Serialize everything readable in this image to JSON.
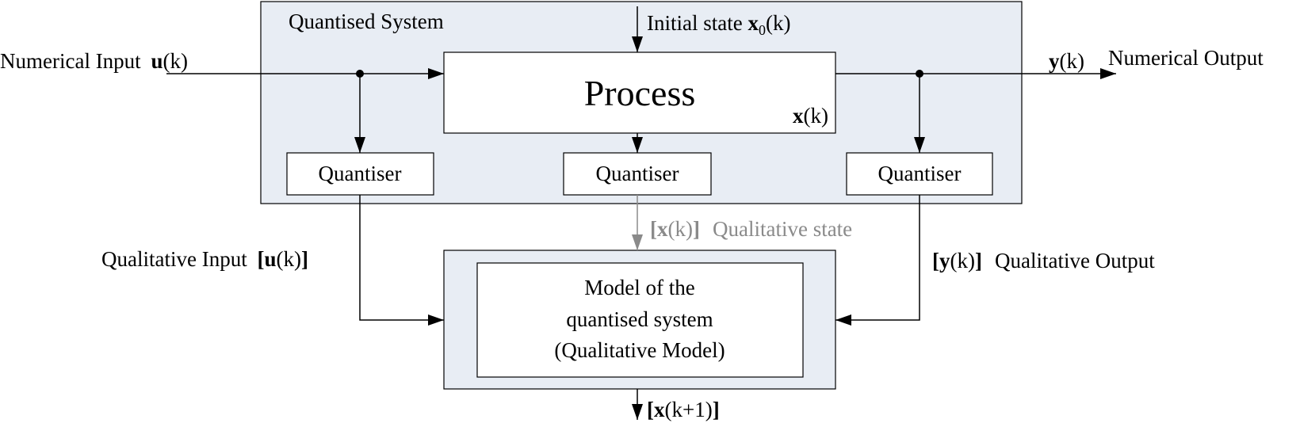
{
  "system_title": "Quantised System",
  "process": {
    "label": "Process",
    "state_var": "x",
    "state_arg": "(k)"
  },
  "initial_state": {
    "text": "Initial state ",
    "var": "x",
    "subscript": "0",
    "arg": "(k)"
  },
  "numerical_input": {
    "text": "Numerical Input ",
    "var": "u",
    "arg": "(k)"
  },
  "numerical_output": {
    "var": "y",
    "arg": "(k)",
    "text": "Numerical Output"
  },
  "quantisers": [
    {
      "label": "Quantiser"
    },
    {
      "label": "Quantiser"
    },
    {
      "label": "Quantiser"
    }
  ],
  "qualitative_input": {
    "text": "Qualitative Input ",
    "open": "[",
    "var": "u",
    "arg": "(k)",
    "close": "]"
  },
  "qualitative_state": {
    "open": "[",
    "var": "x",
    "arg": "(k)",
    "close": "]",
    "text": "Qualitative state"
  },
  "qualitative_output": {
    "open": "[",
    "var": "y",
    "arg": "(k)",
    "close": "]",
    "text": "Qualitative Output"
  },
  "model": {
    "lines": [
      "Model of the",
      "quantised system",
      "(Qualitative Model)"
    ]
  },
  "next_state": {
    "open": "[",
    "var": "x",
    "arg": "(k+1)",
    "close": "]"
  },
  "colors": {
    "panel_fill": "#e8edf4",
    "line": "#000000",
    "gray_signal": "#8a8a8a"
  }
}
